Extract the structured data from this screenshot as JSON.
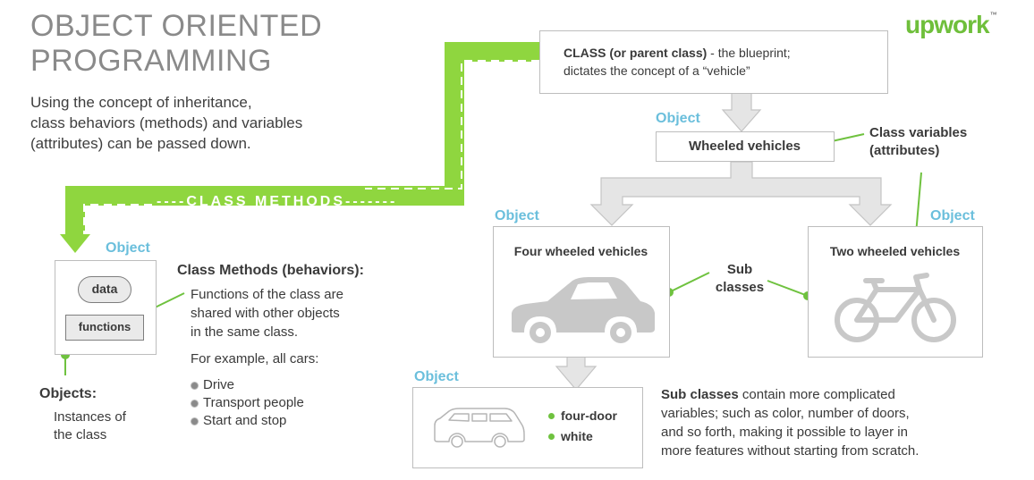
{
  "header": {
    "title_line1": "OBJECT ORIENTED",
    "title_line2": "PROGRAMMING",
    "intro_line1": "Using the concept of inheritance,",
    "intro_line2": "class behaviors (methods) and variables",
    "intro_line3": "(attributes) can be passed down.",
    "logo_text": "upwork",
    "logo_tm": "™"
  },
  "colors": {
    "accent_green": "#6fc23f",
    "object_blue": "#6bbfdc",
    "arrow_gray": "#e5e5e5",
    "border_gray": "#bdbdbd"
  },
  "class_box": {
    "lead": "CLASS (or parent class)",
    "rest_line1": " - the blueprint;",
    "line2": "dictates the concept of a “vehicle”"
  },
  "wheeled": {
    "object_label": "Object",
    "label": "Wheeled vehicles"
  },
  "class_variables": {
    "line1": "Class variables",
    "line2": "(attributes)"
  },
  "class_methods_bar": "----CLASS METHODS-------",
  "four_wheeled": {
    "object_label": "Object",
    "label": "Four wheeled vehicles",
    "icon": "car-icon"
  },
  "two_wheeled": {
    "object_label": "Object",
    "label": "Two wheeled vehicles",
    "icon": "bicycle-icon"
  },
  "sub_classes_label": {
    "line1": "Sub",
    "line2": "classes"
  },
  "object_left": {
    "object_label": "Object",
    "data_label": "data",
    "functions_label": "functions"
  },
  "objects_caption": {
    "heading": "Objects:",
    "line1": "Instances of",
    "line2": "the class"
  },
  "class_methods_text": {
    "heading": "Class Methods (behaviors):",
    "line1": "Functions of the class are",
    "line2": "shared with other objects",
    "line3": "in the same class.",
    "example_intro": "For example, all cars:",
    "examples": [
      "Drive",
      "Transport people",
      "Start and stop"
    ]
  },
  "minivan": {
    "object_label": "Object",
    "icon": "minivan-icon",
    "attributes": [
      "four-door",
      "white"
    ]
  },
  "subclass_text": {
    "lead": "Sub classes",
    "rest_line1": " contain more complicated",
    "line2": "variables; such as color, number of doors,",
    "line3": "and so forth, making it possible to layer in",
    "line4": "more features without starting from scratch."
  }
}
